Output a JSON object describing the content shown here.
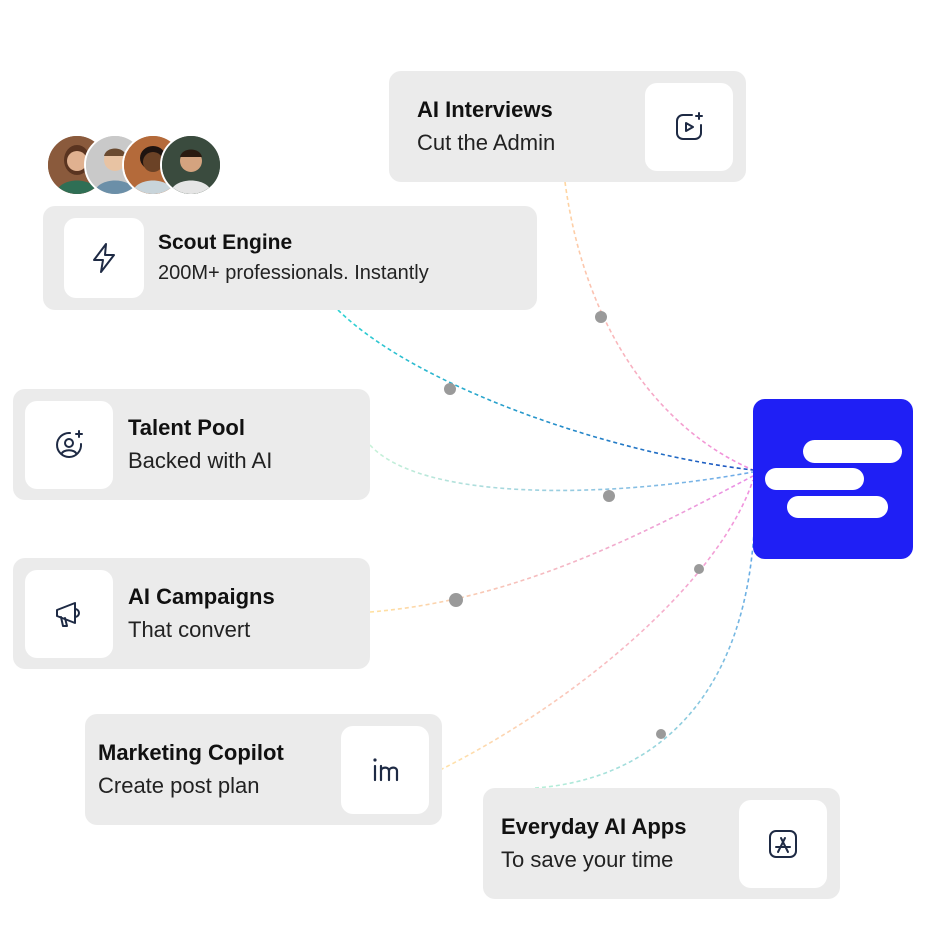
{
  "hub": {
    "name": "hub-logo",
    "color": "#1f1ff5"
  },
  "cards": [
    {
      "id": "ai-interviews",
      "title": "AI Interviews",
      "subtitle": "Cut the Admin",
      "icon": "video-sparkle-icon"
    },
    {
      "id": "scout-engine",
      "title": "Scout Engine",
      "subtitle": "200M+ professionals. Instantly",
      "icon": "lightning-icon"
    },
    {
      "id": "talent-pool",
      "title": "Talent Pool",
      "subtitle": "Backed with AI",
      "icon": "user-sparkle-icon"
    },
    {
      "id": "ai-campaigns",
      "title": "AI Campaigns",
      "subtitle": "That convert",
      "icon": "megaphone-icon"
    },
    {
      "id": "marketing-copilot",
      "title": "Marketing Copilot",
      "subtitle": "Create post plan",
      "icon": "linkedin-icon"
    },
    {
      "id": "everyday-ai-apps",
      "title": "Everyday AI Apps",
      "subtitle": "To save your time",
      "icon": "app-store-icon"
    }
  ],
  "avatars": [
    {
      "name": "avatar-woman-1",
      "bg": "#8a5a3c",
      "skin": "#e0b190",
      "shirt": "#2f6f55"
    },
    {
      "name": "avatar-man-1",
      "bg": "#c9c9c9",
      "skin": "#e8c3a3",
      "shirt": "#6b8fa8"
    },
    {
      "name": "avatar-woman-2",
      "bg": "#b46a3a",
      "skin": "#6b4226",
      "shirt": "#c8d4da"
    },
    {
      "name": "avatar-man-2",
      "bg": "#3a4b3e",
      "skin": "#d4a37f",
      "shirt": "#e5e5e5"
    }
  ]
}
